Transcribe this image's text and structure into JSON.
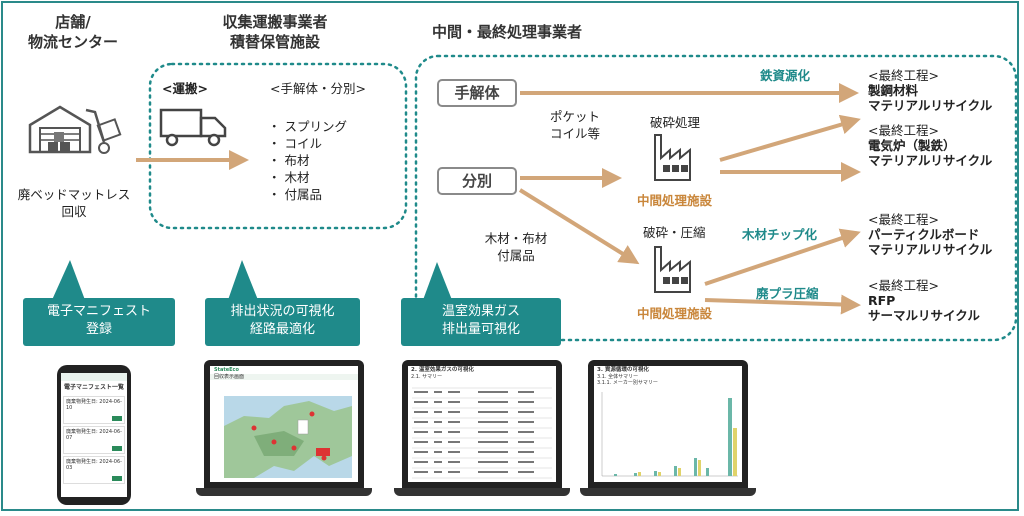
{
  "headers": {
    "store": [
      "店舗/",
      "物流センター"
    ],
    "collector": [
      "収集運搬事業者",
      "積替保管施設"
    ],
    "processor": "中間・最終処理事業者"
  },
  "store": {
    "caption": [
      "廃ベッドマットレス",
      "回収"
    ]
  },
  "collector": {
    "transport": "<運搬>",
    "dismantle": "<手解体・分別>",
    "items": [
      "スプリング",
      "コイル",
      "布材",
      "木材",
      "付属品"
    ]
  },
  "processor": {
    "hand_dismantle": "手解体",
    "sorting": "分別",
    "pocket_coil": [
      "ポケット",
      "コイル等"
    ],
    "wood_fabric": [
      "木材・布材",
      "付属品"
    ],
    "crush": "破砕処理",
    "crush_compress": "破砕・圧縮",
    "facility1": "中間処理施設",
    "facility2": "中間処理施設",
    "iron": "鉄資源化",
    "woodchip": "木材チップ化",
    "plastic": "廃プラ圧縮",
    "final1": [
      "<最終工程>",
      "製鋼材料",
      "マテリアルリサイクル"
    ],
    "final2": [
      "<最終工程>",
      "電気炉（製鉄）",
      "マテリアルリサイクル"
    ],
    "final3": [
      "<最終工程>",
      "パーティクルボード",
      "マテリアルリサイクル"
    ],
    "final4": [
      "<最終工程>",
      "RFP",
      "サーマルリサイクル"
    ]
  },
  "callouts": {
    "manifest": [
      "電子マニフェスト",
      "登録"
    ],
    "visualize": [
      "排出状況の可視化",
      "経路最適化"
    ],
    "ghg": [
      "温室効果ガス",
      "排出量可視化"
    ]
  },
  "screens": {
    "phone_title": "電子マニフェスト一覧",
    "phone_entries": [
      "廃棄物発生日: 2024-06-10",
      "廃棄物発生日: 2024-06-07",
      "廃棄物発生日: 2024-06-03"
    ],
    "laptop1_logo": "StateEco",
    "laptop1_title": "回収表示画面",
    "laptop2_title": "2. 温室効果ガスの可視化",
    "laptop2_sub": "2.1. サマリー",
    "laptop3_title": "3. 資源循環の可視化",
    "laptop3_sub": "3.1. 全体サマリー",
    "laptop3_sub2": "3.1.1. メーカー別サマリー"
  },
  "colors": {
    "teal": "#1f8a8a",
    "arrow": "#d2a679",
    "gray": "#8a8a8a"
  }
}
